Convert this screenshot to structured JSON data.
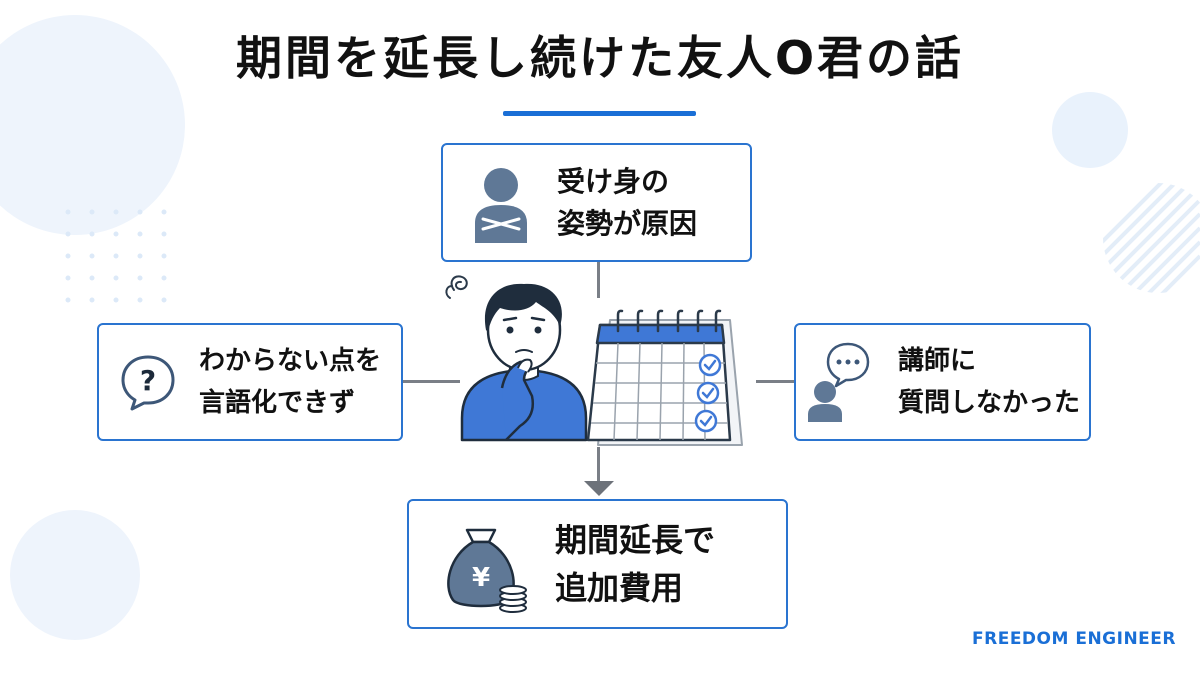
{
  "title": "期間を延長し続けた友人O君の話",
  "cards": {
    "top": {
      "line1": "受け身の",
      "line2": "姿勢が原因",
      "icon": "person-arms-crossed-icon"
    },
    "left": {
      "line1": "わからない点を",
      "line2": "言語化できず",
      "icon": "question-bubble-icon"
    },
    "right": {
      "line1": "講師に",
      "line2": "質問しなかった",
      "icon": "person-speech-bubble-icon"
    },
    "bottom": {
      "line1": "期間延長で",
      "line2": "追加費用",
      "icon": "money-bag-yen-icon",
      "symbol": "¥"
    }
  },
  "center": {
    "figure": "confused-man-illustration",
    "calendar": "calendar-with-checks-illustration"
  },
  "brand": "FREEDOM ENGINEER",
  "colors": {
    "accent": "#1a6fd6",
    "card_border": "#2a74d0",
    "icon_fill": "#5f7896",
    "shirt": "#3f78d6"
  }
}
